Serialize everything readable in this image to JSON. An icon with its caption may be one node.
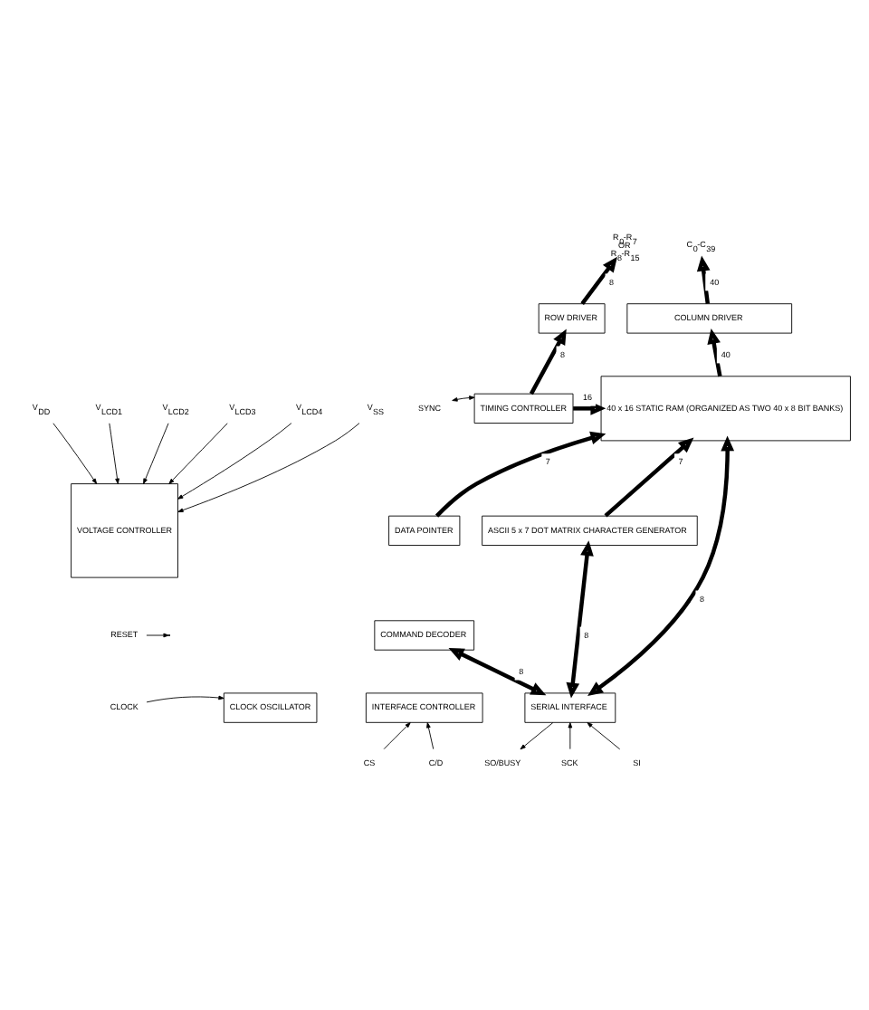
{
  "diagram": {
    "nodes": [
      {
        "text": [
          "ROW DRIVER"
        ]
      },
      {
        "text": [
          "COLUMN DRIVER"
        ]
      },
      {
        "text": [
          "TIMING CONTROLLER"
        ]
      },
      {
        "text": [
          "40 x 16 STATIC RAM (ORGANIZED AS TWO 40 x 8 BIT BANKS)"
        ]
      },
      {
        "text": [
          "VOLTAGE CONTROLLER"
        ]
      },
      {
        "text": [
          "DATA POINTER"
        ]
      },
      {
        "text": [
          "ASCII 5 x 7 DOT MATRIX CHARACTER GENERATOR"
        ]
      },
      {
        "text": [
          "COMMAND DECODER"
        ]
      },
      {
        "text": [
          "CLOCK OSCILLATOR"
        ]
      },
      {
        "text": [
          "INTERFACE CONTROLLER"
        ]
      },
      {
        "text": [
          "SERIAL INTERFACE"
        ]
      },
      {
        "text": [
          "R$_{0}$-R$_{7}$ OR R$_{8}$-R$_{15}$"
        ]
      },
      {
        "text": [
          "C$_{0}$-C$_{39}$"
        ]
      },
      {
        "text": [
          "SYNC"
        ]
      },
      {
        "text": [
          "V$_{DD}$"
        ]
      },
      {
        "text": [
          "V$_{LCD1}$"
        ]
      },
      {
        "text": [
          "V$_{LCD2}$"
        ]
      },
      {
        "text": [
          "V$_{LCD3}$"
        ]
      },
      {
        "text": [
          "V$_{LCD4}$"
        ]
      },
      {
        "text": [
          "V$_{SS}$"
        ]
      },
      {
        "text": [
          "RESET"
        ]
      },
      {
        "text": [
          "CLOCK"
        ]
      },
      {
        "text": [
          "CS"
        ]
      },
      {
        "text": [
          "C/D"
        ]
      },
      {
        "text": [
          "SO/BUSY"
        ]
      },
      {
        "text": [
          "SCK"
        ]
      },
      {
        "text": [
          "SI"
        ]
      }
    ],
    "edges": [
      {
        "from": 0,
        "to": 11,
        "arrow": "to",
        "label": "8",
        "style": "thick"
      },
      {
        "from": 1,
        "to": 12,
        "arrow": "to",
        "label": "40",
        "style": "thick"
      },
      {
        "from": 2,
        "to": 0,
        "arrow": "to",
        "label": "8",
        "style": "thick"
      },
      {
        "from": 3,
        "to": 1,
        "arrow": "to",
        "label": "40",
        "style": "thick"
      },
      {
        "from": 13,
        "to": 2,
        "arrow": "both"
      },
      {
        "from": 2,
        "to": 3,
        "arrow": "to",
        "label": "16",
        "style": "thick"
      },
      {
        "from": 5,
        "to": 3,
        "arrow": "to",
        "label": "7",
        "style": "thick"
      },
      {
        "from": 6,
        "to": 3,
        "arrow": "to",
        "label": "7",
        "style": "thick"
      },
      {
        "from": 10,
        "to": 3,
        "arrow": "both",
        "label": "8",
        "style": "thick"
      },
      {
        "from": 10,
        "to": 6,
        "arrow": "both",
        "label": "8",
        "style": "thick"
      },
      {
        "from": 10,
        "to": 7,
        "arrow": "both",
        "label": "8",
        "style": "thick"
      },
      {
        "from": 14,
        "to": 4,
        "arrow": "to"
      },
      {
        "from": 15,
        "to": 4,
        "arrow": "to"
      },
      {
        "from": 16,
        "to": 4,
        "arrow": "to"
      },
      {
        "from": 17,
        "to": 4,
        "arrow": "to"
      },
      {
        "from": 18,
        "to": 4,
        "arrow": "to"
      },
      {
        "from": 19,
        "to": 4,
        "arrow": "to"
      },
      {
        "from": 20,
        "to": null,
        "arrow": "to"
      },
      {
        "from": 21,
        "to": 8,
        "arrow": "to"
      },
      {
        "from": 22,
        "to": 9,
        "arrow": "to"
      },
      {
        "from": 23,
        "to": 9,
        "arrow": "to"
      },
      {
        "from": 10,
        "to": 24,
        "arrow": "to"
      },
      {
        "from": 25,
        "to": 10,
        "arrow": "to"
      },
      {
        "from": 26,
        "to": 10,
        "arrow": "to"
      }
    ]
  }
}
